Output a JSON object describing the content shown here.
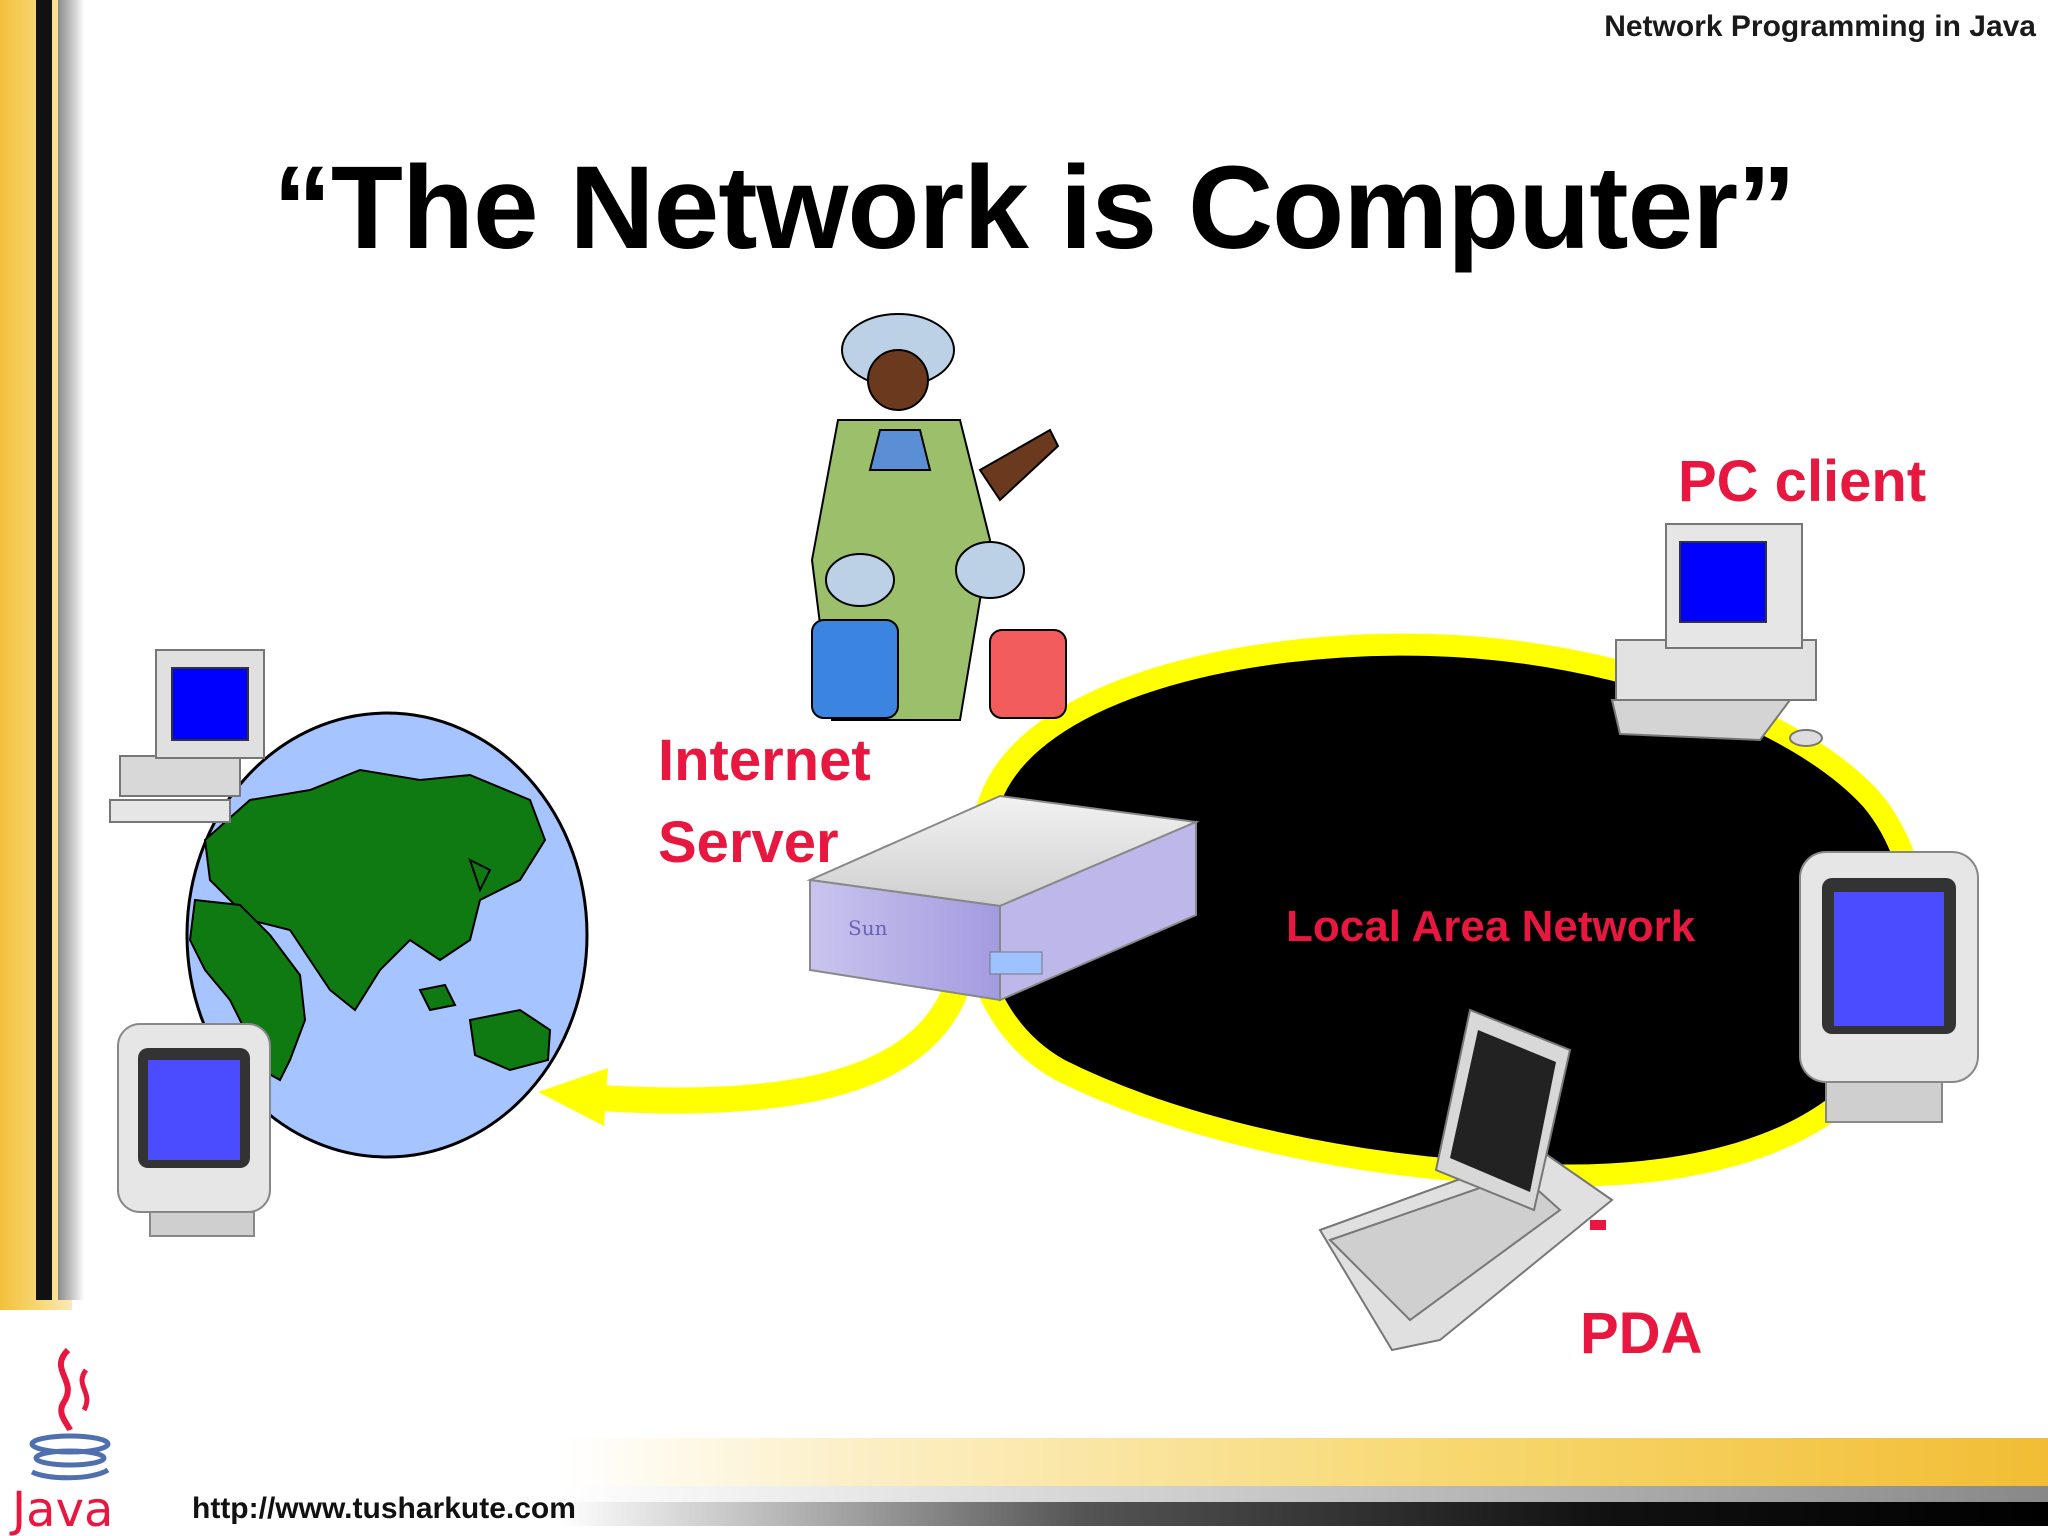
{
  "header": {
    "course_title": "Network Programming in Java"
  },
  "slide": {
    "title": "“The Network is Computer”"
  },
  "diagram": {
    "labels": {
      "internet_server": "Internet\nServer",
      "pc_client": "PC client",
      "lan": "Local Area Network",
      "pda": "PDA"
    },
    "server_brand": "Sun"
  },
  "footer": {
    "url": "http://www.tusharkute.com",
    "logo_text": "Java"
  },
  "colors": {
    "label_red": "#e8173f",
    "lan_black": "#000000",
    "lan_ring_yellow": "#ffff00",
    "globe_blue": "#a6c4ff",
    "land_green": "#0f7a12",
    "screen_blue": "#0000ff",
    "accent_gold": "#f3c03b"
  },
  "icons": [
    "globe-icon",
    "pc-client-icon",
    "internet-server-icon",
    "pda-icon",
    "monitor-terminal-icon",
    "guide-with-children-icon",
    "java-logo-icon"
  ]
}
